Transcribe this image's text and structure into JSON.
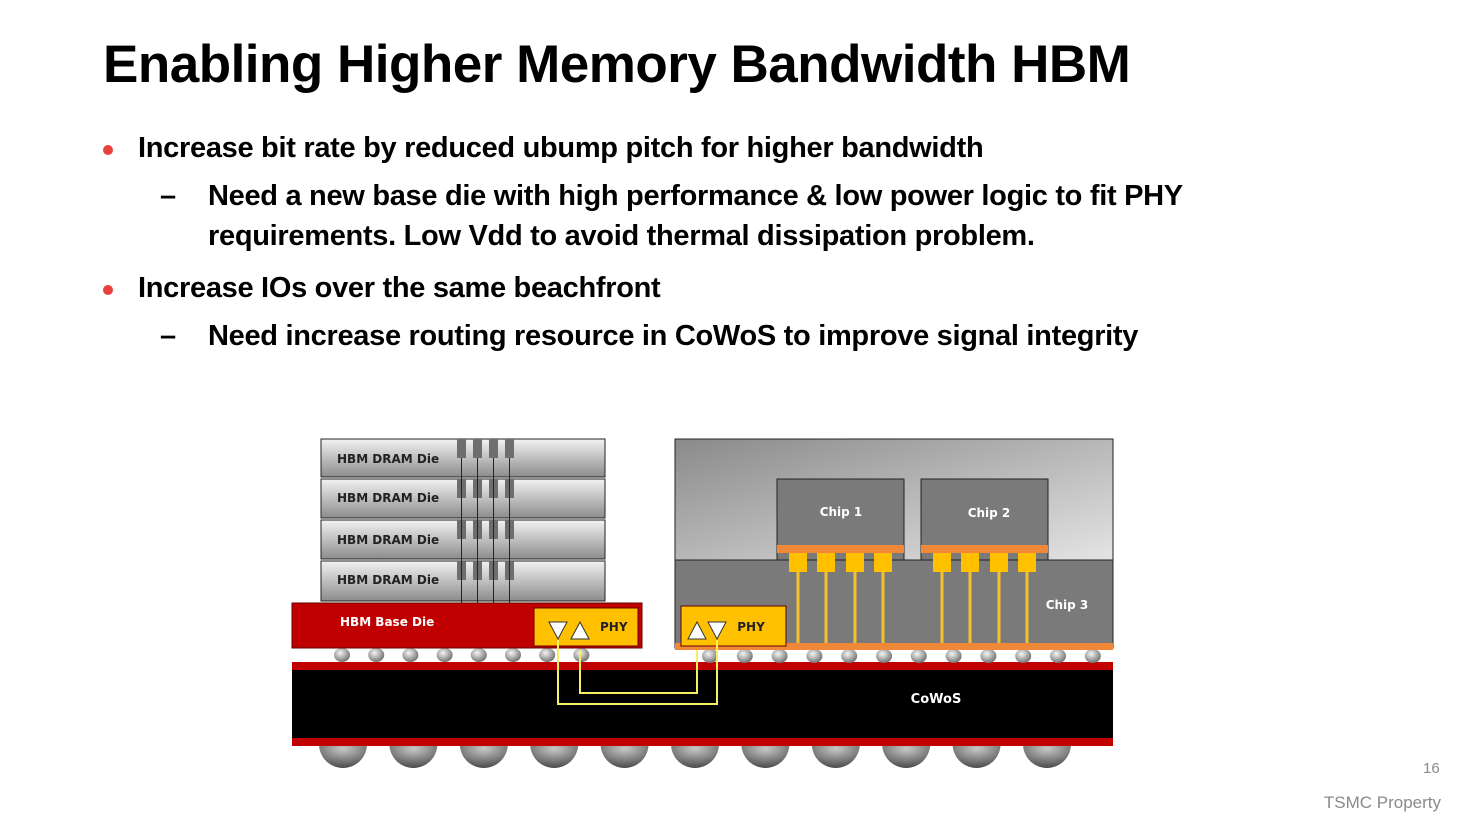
{
  "title": "Enabling Higher Memory Bandwidth HBM",
  "bullets": [
    {
      "text": "Increase bit rate by reduced ubump pitch for higher bandwidth",
      "sub": [
        "Need a new base die with high performance & low power logic to fit PHY",
        "requirements. Low Vdd to avoid thermal dissipation problem."
      ]
    },
    {
      "text": "Increase IOs over the same beachfront",
      "sub": [
        "Need increase routing resource in CoWoS  to improve signal integrity"
      ]
    }
  ],
  "dash": "–",
  "diagram": {
    "dram_dies": [
      "HBM DRAM Die",
      "HBM DRAM Die",
      "HBM DRAM Die",
      "HBM DRAM Die"
    ],
    "base_die": "HBM Base Die",
    "phy_left": "PHY",
    "phy_right": "PHY",
    "chip1": "Chip 1",
    "chip2": "Chip 2",
    "chip3": "Chip 3",
    "cowos": "CoWoS",
    "colors": {
      "red": "#c00000",
      "phy": "#ffc000",
      "pad": "#f0a030",
      "chip": "#7a7a7a"
    }
  },
  "footer": {
    "page": "16",
    "property": "TSMC Property"
  }
}
